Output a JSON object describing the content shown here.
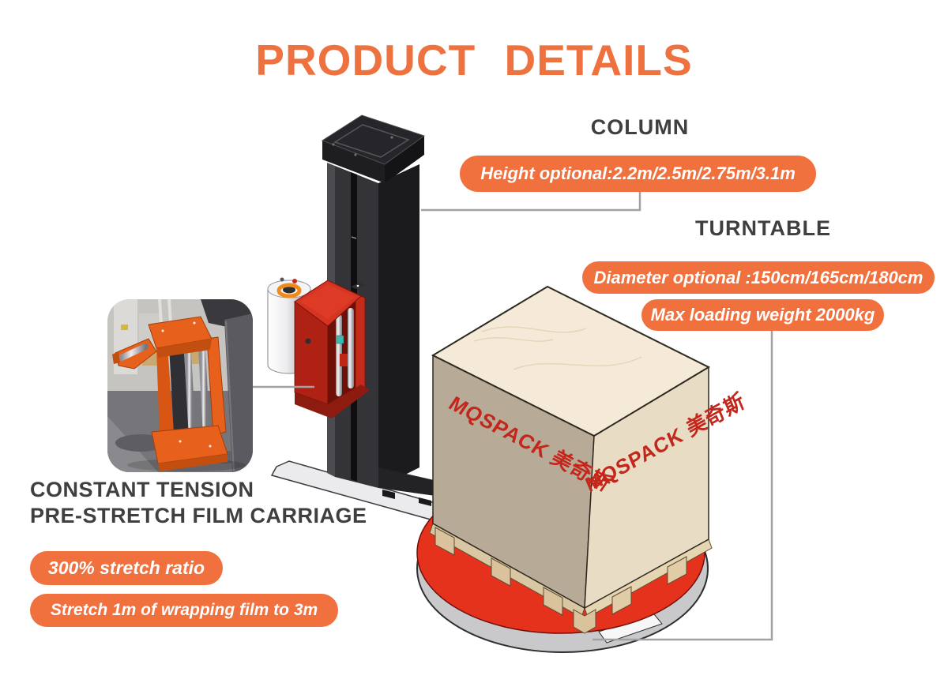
{
  "title": "PRODUCT DETAILS",
  "callouts": {
    "column": {
      "label": "COLUMN",
      "badge": "Height optional:2.2m/2.5m/2.75m/3.1m"
    },
    "turntable": {
      "label": "TURNTABLE",
      "badge_diameter": "Diameter optional :150cm/165cm/180cm",
      "badge_weight": "Max loading weight 2000kg"
    },
    "film_carriage": {
      "label_line1": "CONSTANT TENSION",
      "label_line2": "PRE-STRETCH FILM CARRIAGE",
      "badge_ratio": "300% stretch ratio",
      "badge_stretch": "Stretch 1m of wrapping film to 3m"
    }
  },
  "illustration": {
    "crate_brand_left": "MQSPACK 美奇斯",
    "crate_brand_right": "MQSPACK 美奇斯"
  },
  "colors": {
    "title_orange": "#ED7240",
    "accent_orange": "#F0703E",
    "heading_gray": "#3F3F41",
    "turntable_red": "#E5321C",
    "carriage_red": "#C02616",
    "brand_red": "#C3271B",
    "connector_gray": "#A2A2A4",
    "crate_top": "#F4EAD7",
    "crate_right": "#E8DCC4",
    "crate_left": "#B7AA96",
    "column_dark": "#1B1B1E"
  }
}
